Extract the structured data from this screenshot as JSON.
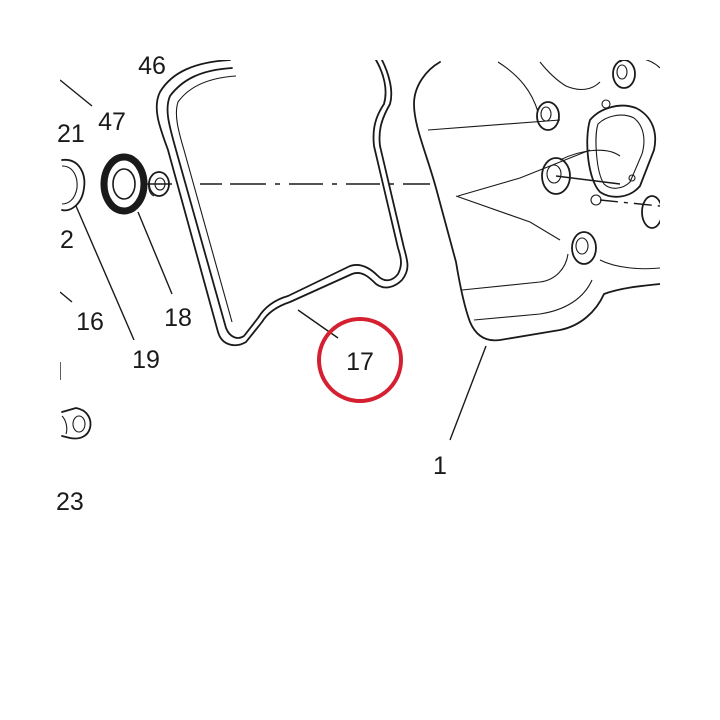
{
  "callouts": {
    "c46": "46",
    "c47": "47",
    "c21": "21",
    "c2": "2",
    "c16": "16",
    "c18": "18",
    "c19": "19",
    "c17": "17",
    "c1": "1",
    "c23": "23"
  },
  "highlight": {
    "part": "17",
    "color": "#d42030"
  }
}
